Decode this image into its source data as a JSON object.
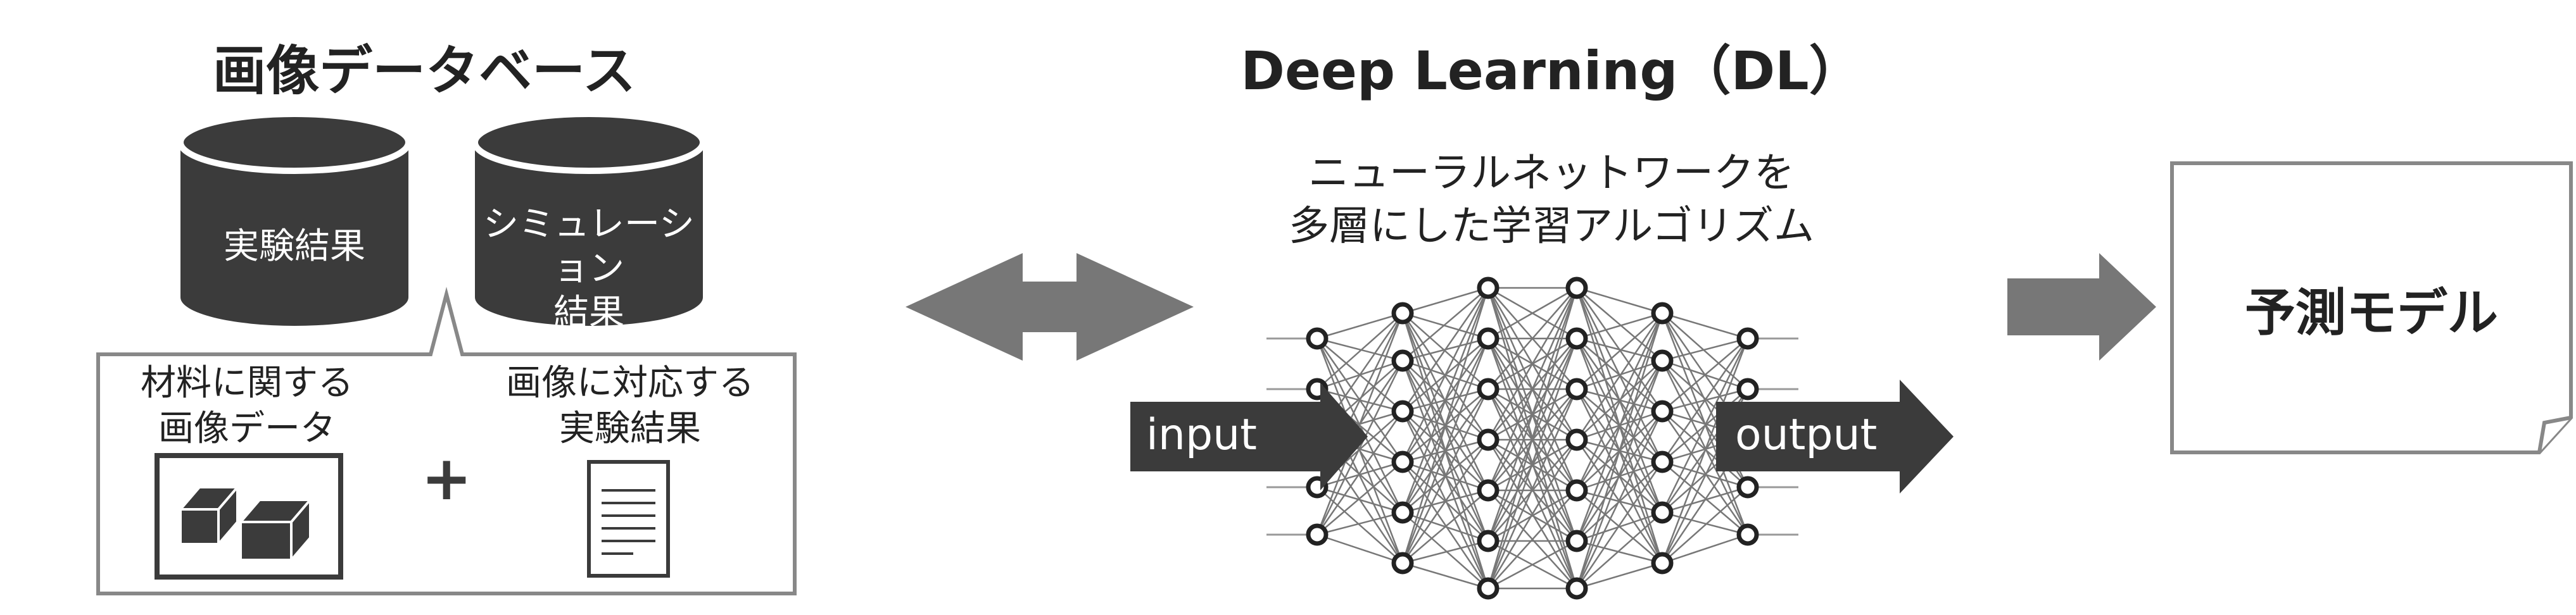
{
  "left": {
    "title": "画像データベース",
    "cylinder1": "実験結果",
    "cylinder2_line1": "シミュレーション",
    "cylinder2_line2": "結果",
    "callout_left_line1": "材料に関する",
    "callout_left_line2": "画像データ",
    "callout_plus": "+",
    "callout_right_line1": "画像に対応する",
    "callout_right_line2": "実験結果"
  },
  "middle": {
    "title": "Deep Learning（DL）",
    "desc_line1": "ニューラルネットワークを",
    "desc_line2": "多層にした学習アルゴリズム",
    "input_label": "input",
    "output_label": "output"
  },
  "right": {
    "model_label": "予測モデル"
  },
  "colors": {
    "dark": "#3b3b3b",
    "arrow_gray": "#777777",
    "outline": "#888888"
  }
}
